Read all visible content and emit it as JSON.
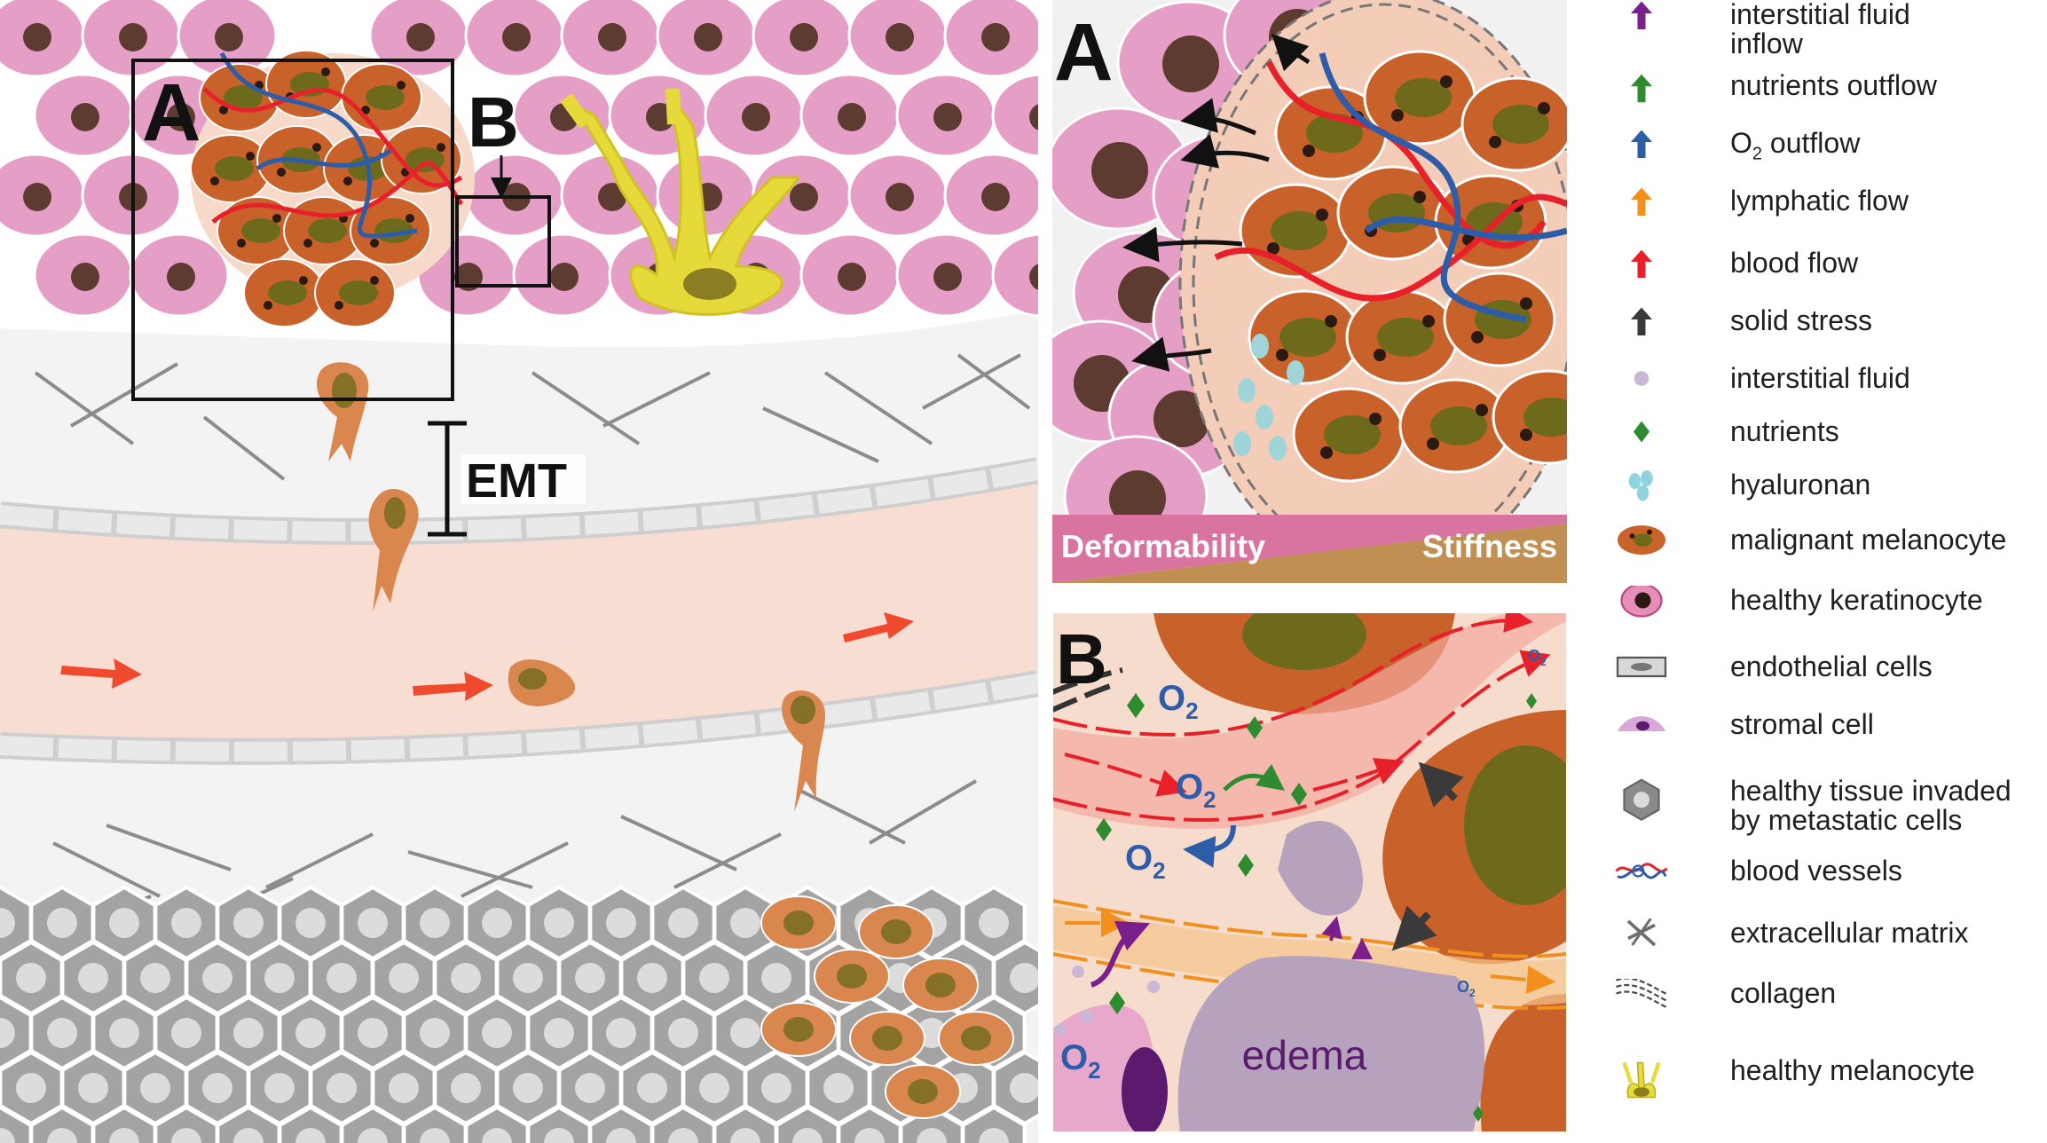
{
  "figure": {
    "overview": {
      "label_a": "A",
      "label_b": "B",
      "emt_label": "EMT"
    },
    "panel_a": {
      "label": "A",
      "deformability": "Deformability",
      "stiffness": "Stiffness"
    },
    "panel_b": {
      "label": "B",
      "o2_base": "O",
      "o2_sub": "2",
      "edema": "edema"
    }
  },
  "legend": {
    "items": [
      {
        "name": "interstitial-fluid-inflow",
        "lines": [
          "interstitial fluid",
          "inflow"
        ],
        "color": "#7b1f8c"
      },
      {
        "name": "nutrients-outflow",
        "lines": [
          "nutrients outflow"
        ],
        "color": "#2e8b2e"
      },
      {
        "name": "o2-outflow",
        "lines": [
          "O",
          "2",
          " outflow"
        ],
        "color": "#2d5da8"
      },
      {
        "name": "lymphatic-flow",
        "lines": [
          "lymphatic flow"
        ],
        "color": "#f2901d"
      },
      {
        "name": "blood-flow",
        "lines": [
          "blood flow"
        ],
        "color": "#e8202a"
      },
      {
        "name": "solid-stress",
        "lines": [
          "solid stress"
        ],
        "color": "#3a3a3a"
      },
      {
        "name": "interstitial-fluid",
        "lines": [
          "interstitial fluid"
        ],
        "color": "#c9b8d6"
      },
      {
        "name": "nutrients",
        "lines": [
          "nutrients"
        ],
        "color": "#2e8b2e"
      },
      {
        "name": "hyaluronan",
        "lines": [
          "hyaluronan"
        ],
        "color": "#8fd3e0"
      },
      {
        "name": "malignant-melanocyte",
        "lines": [
          "malignant melanocyte"
        ],
        "color": "#c8642a"
      },
      {
        "name": "healthy-keratinocyte",
        "lines": [
          "healthy keratinocyte"
        ],
        "color": "#e58fb8"
      },
      {
        "name": "endothelial-cells",
        "lines": [
          "endothelial cells"
        ],
        "color": "#d8d8d8"
      },
      {
        "name": "stromal-cell",
        "lines": [
          "stromal cell"
        ],
        "color": "#d9a8d8"
      },
      {
        "name": "healthy-tissue-invaded",
        "lines": [
          "healthy tissue invaded",
          "by metastatic cells"
        ],
        "color": "#8a8a8a"
      },
      {
        "name": "blood-vessels",
        "lines": [
          "blood vessels"
        ],
        "color": "#e8202a"
      },
      {
        "name": "extracellular-matrix",
        "lines": [
          "extracellular matrix"
        ],
        "color": "#6f6f6f"
      },
      {
        "name": "collagen",
        "lines": [
          "collagen"
        ],
        "color": "#4a4a4a"
      },
      {
        "name": "healthy-melanocyte",
        "lines": [
          "healthy melanocyte"
        ],
        "color": "#e8dc3a"
      }
    ]
  },
  "colors": {
    "keratinocyte": "#e59fc6",
    "keratinocyte_nucleus": "#5e3b30",
    "melanocyte": "#c9622a",
    "melanocyte_nucleus": "#6e6a1c",
    "vessel_lumen": "#f8ddd2",
    "endothelium": "#dcdcdc",
    "ecm_line": "#8c8c8c",
    "tissue_hex": "#a3a3a3",
    "tissue_hex_center": "#dcdcdc",
    "deformability_band": "#d9739f",
    "stiffness_band": "#c18f52",
    "edema": "#b7a2bd",
    "healthy_melanocyte": "#e6d93a"
  }
}
